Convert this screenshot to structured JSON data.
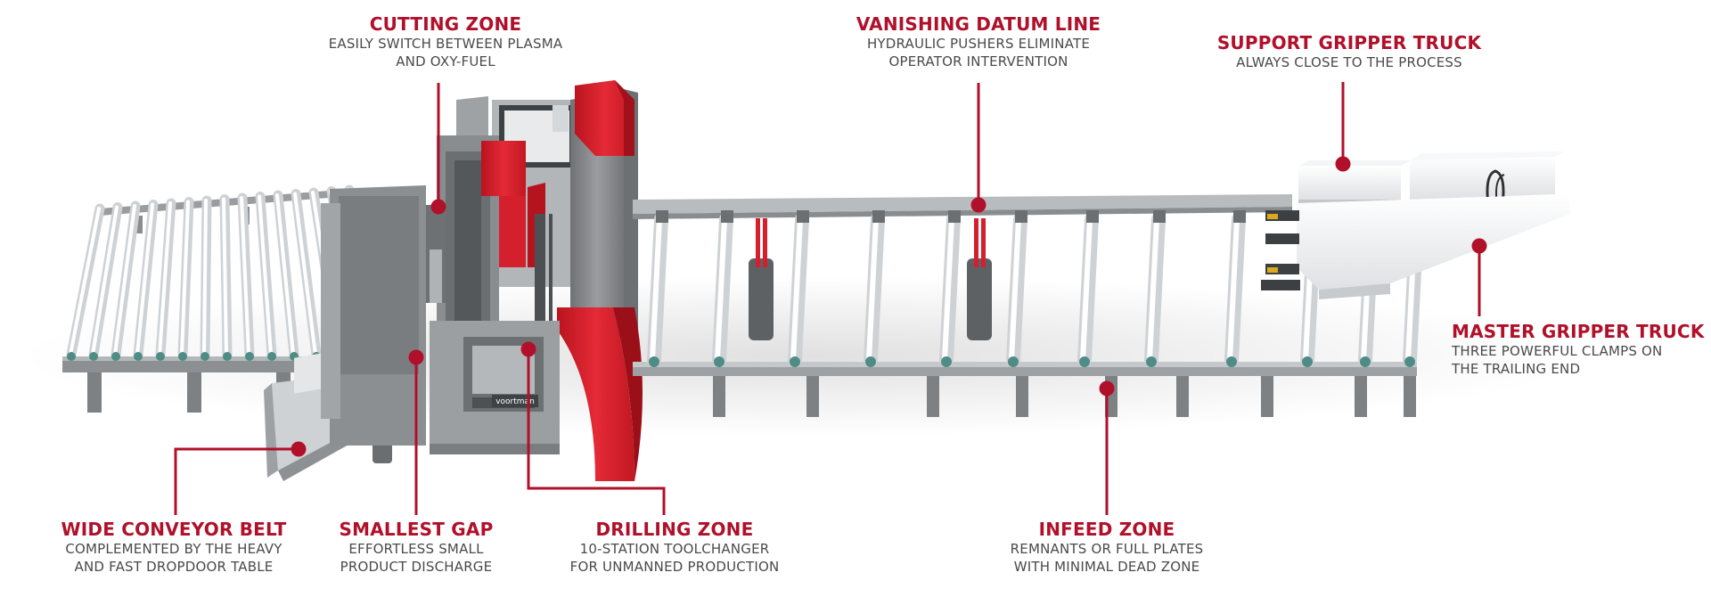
{
  "colors": {
    "accent": "#b0102a",
    "text": "#4a4a4a",
    "machine_red": "#d8202f",
    "steel": "#8a8c8f",
    "steel_dark": "#5d5f62",
    "steel_light": "#c7c9cc",
    "roller": "#e9ebed",
    "roller_end": "#4f8c86"
  },
  "callouts": [
    {
      "id": "cutting",
      "title": "CUTTING ZONE",
      "lines": [
        "EASILY SWITCH BETWEEN PLASMA",
        "AND OXY-FUEL"
      ]
    },
    {
      "id": "datum",
      "title": "VANISHING DATUM LINE",
      "lines": [
        "HYDRAULIC PUSHERS ELIMINATE",
        "OPERATOR INTERVENTION"
      ]
    },
    {
      "id": "support",
      "title": "SUPPORT GRIPPER TRUCK",
      "lines": [
        "ALWAYS CLOSE TO THE PROCESS"
      ]
    },
    {
      "id": "master",
      "title": "MASTER GRIPPER TRUCK",
      "lines": [
        "THREE POWERFUL CLAMPS ON",
        "THE TRAILING END"
      ]
    },
    {
      "id": "conveyor",
      "title": "WIDE CONVEYOR BELT",
      "lines": [
        "COMPLEMENTED BY THE HEAVY",
        "AND FAST DROPDOOR TABLE"
      ]
    },
    {
      "id": "gap",
      "title": "SMALLEST GAP",
      "lines": [
        "EFFORTLESS SMALL",
        "PRODUCT DISCHARGE"
      ]
    },
    {
      "id": "drilling",
      "title": "DRILLING ZONE",
      "lines": [
        "10-STATION TOOLCHANGER",
        "FOR UNMANNED PRODUCTION"
      ]
    },
    {
      "id": "infeed",
      "title": "INFEED ZONE",
      "lines": [
        "REMNANTS OR FULL PLATES",
        "WITH MINIMAL DEAD ZONE"
      ]
    }
  ],
  "brand": {
    "logo_text": "voortman"
  }
}
